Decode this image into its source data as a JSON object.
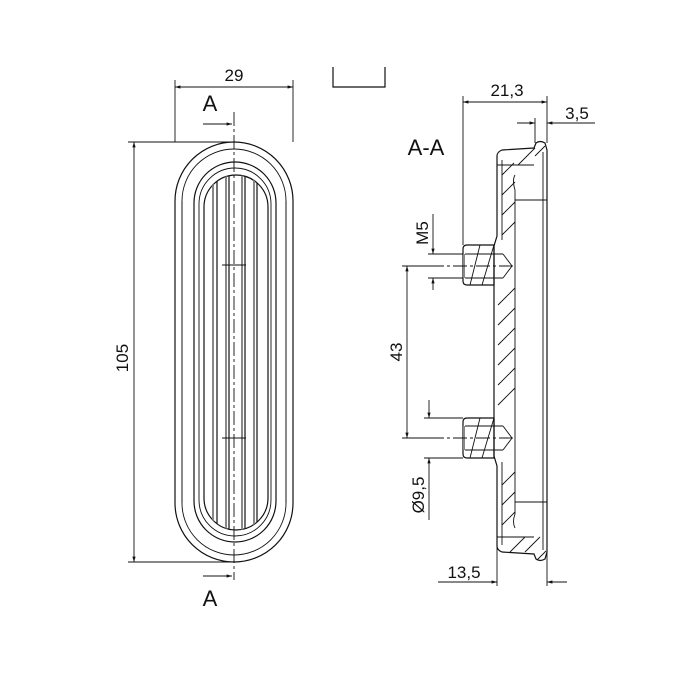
{
  "drawing": {
    "front_view": {
      "width_dim": "29",
      "height_dim": "105",
      "section_mark_top": "A",
      "section_mark_bottom": "A"
    },
    "section_view": {
      "title": "A-A",
      "dims": {
        "overall_depth": "21,3",
        "lip_depth": "3,5",
        "thread": "M5",
        "hole_spacing": "43",
        "boss_diameter": "Ø9,5",
        "body_depth": "13,5"
      }
    }
  }
}
